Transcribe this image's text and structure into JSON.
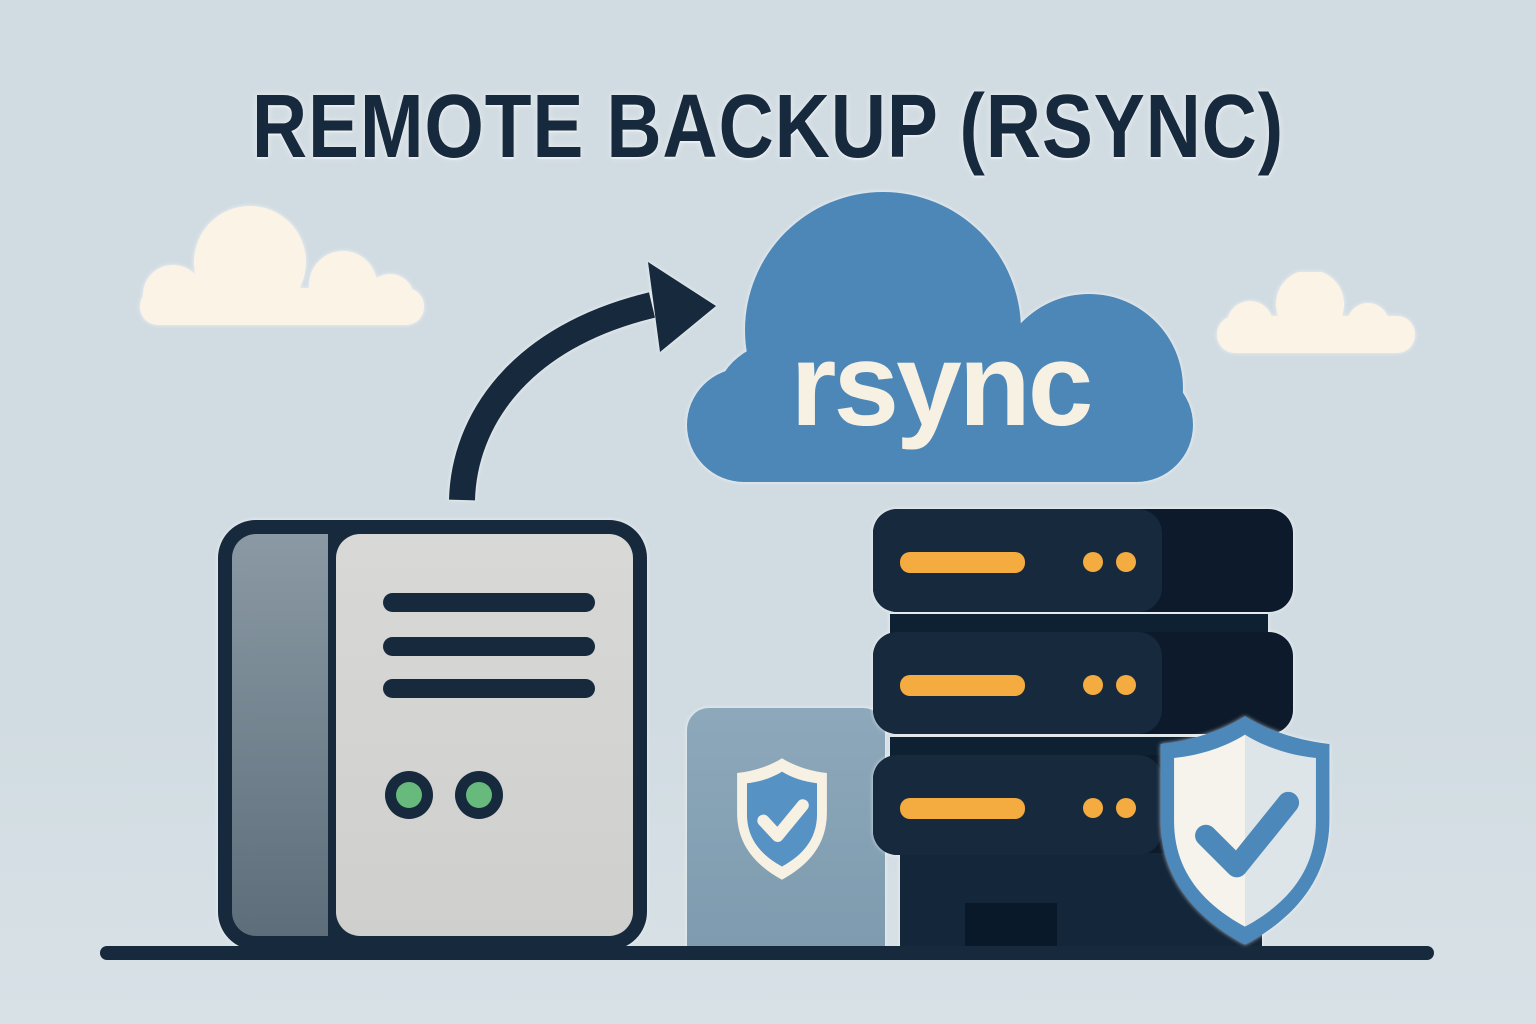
{
  "title": "REMOTE BACKUP (RSYNC)",
  "cloud": {
    "label": "rsync"
  },
  "scene": {
    "source_document": {
      "text_lines": 3,
      "status_leds": 2
    },
    "backup_server": {
      "rack_units": 3,
      "drive_slots_per_unit": 1,
      "leds_per_unit": 2
    },
    "shields": {
      "count": 2
    },
    "decorative_clouds": {
      "count": 2
    }
  },
  "colors": {
    "bg": "#d1dce2",
    "bg-bottom": "#d8e1e6",
    "navy": "#17293c",
    "navy-deep": "#0c1a2b",
    "server-front": "#16293d",
    "server-connector": "#0e2133",
    "server-base": "#13263a",
    "server-notch": "#0a1929",
    "yellow": "#f4ab3f",
    "cloud-blue": "#4d87b8",
    "rsync-cream": "#f7f1e3",
    "cream": "#fbf3e6",
    "page": "#d8d8d6",
    "slab-top": "#8a99a4",
    "slab-bottom": "#5d6e7a",
    "green": "#67b97c",
    "panel-top": "#8da8ba",
    "panel-bottom": "#7e9baf",
    "shield-blue": "#4d88ba",
    "shield-fill": "#f6f3ec",
    "shield-shade": "#dde5e9",
    "shield-cream": "#f7f1e4",
    "small-shield-blue": "#5792c5"
  }
}
